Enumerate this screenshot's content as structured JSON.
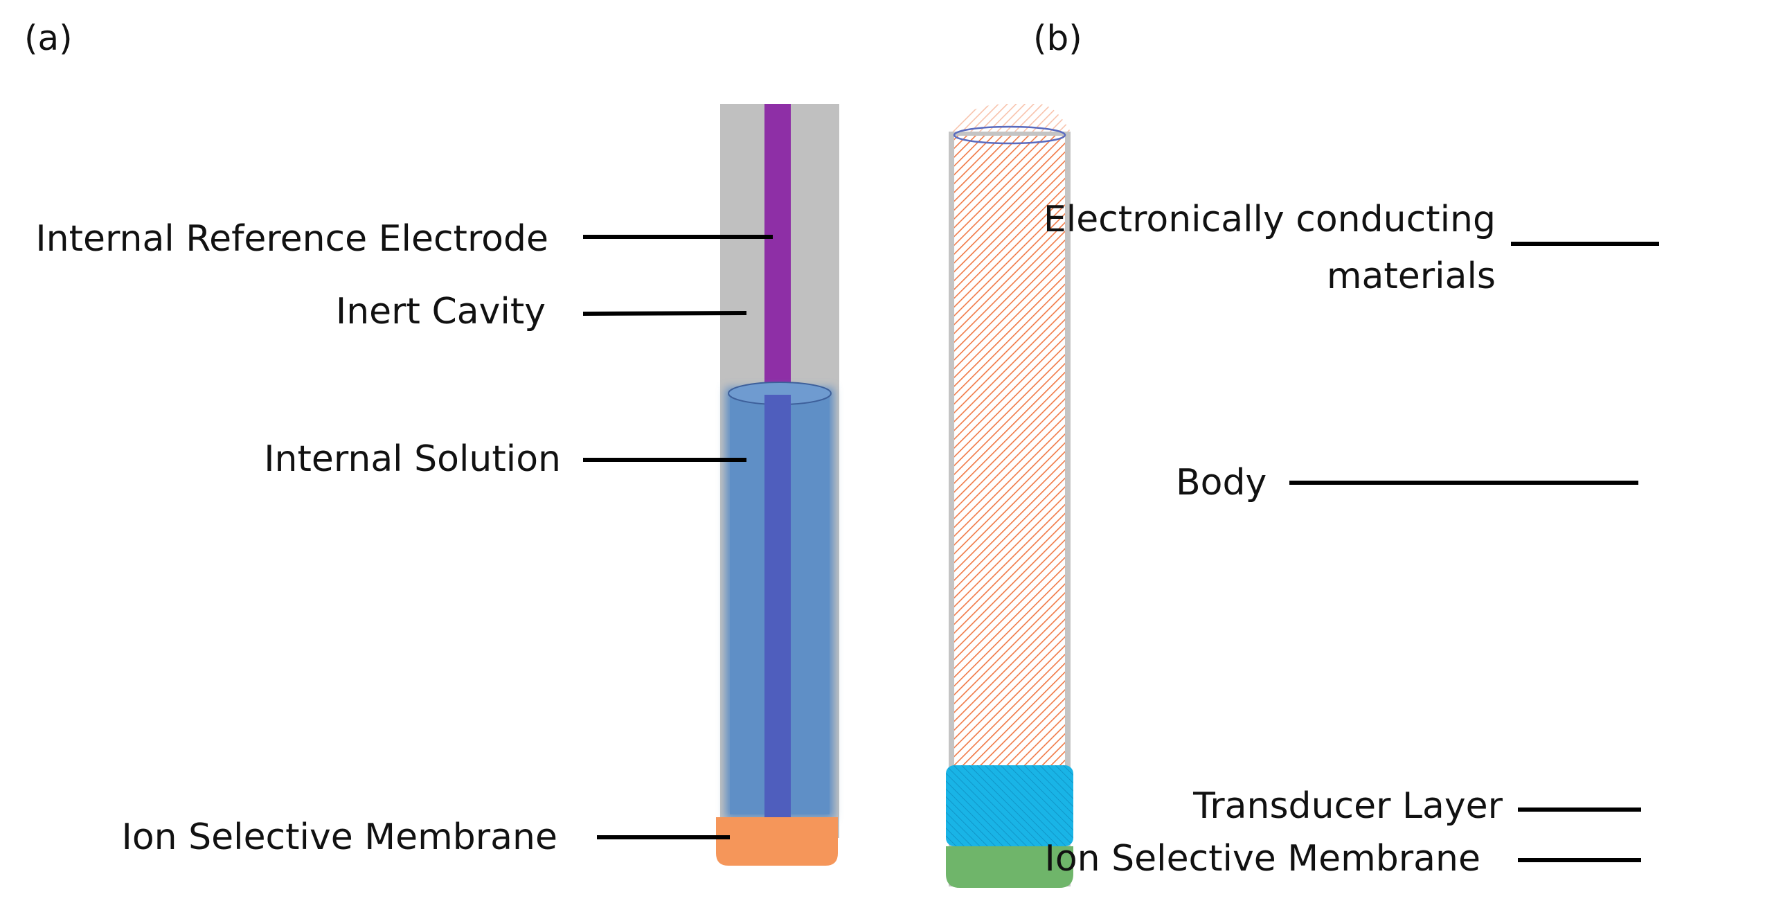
{
  "panel_a": {
    "letter": "(a)",
    "labels": {
      "internal_reference_electrode": "Internal Reference Electrode",
      "inert_cavity": "Inert Cavity",
      "internal_solution": "Internal Solution",
      "ion_selective_membrane": "Ion Selective Membrane"
    }
  },
  "panel_b": {
    "letter": "(b)",
    "labels": {
      "electronically_conducting_line1": "Electronically conducting",
      "electronically_conducting_line2": "materials",
      "body": "Body",
      "transducer_layer": "Transducer Layer",
      "ion_selective_membrane": "Ion Selective Membrane"
    }
  },
  "colors": {
    "tube_gray": "#c0c0c0",
    "electrode_purple": "#8e2fa6",
    "solution_blue": "#5f8fc6",
    "electrode_in_solution": "#4f5ebd",
    "membrane_orange": "#f5965a",
    "hatch_orange": "#f07845",
    "transducer_cyan": "#1ab6e6",
    "membrane_green": "#6fb56a"
  }
}
